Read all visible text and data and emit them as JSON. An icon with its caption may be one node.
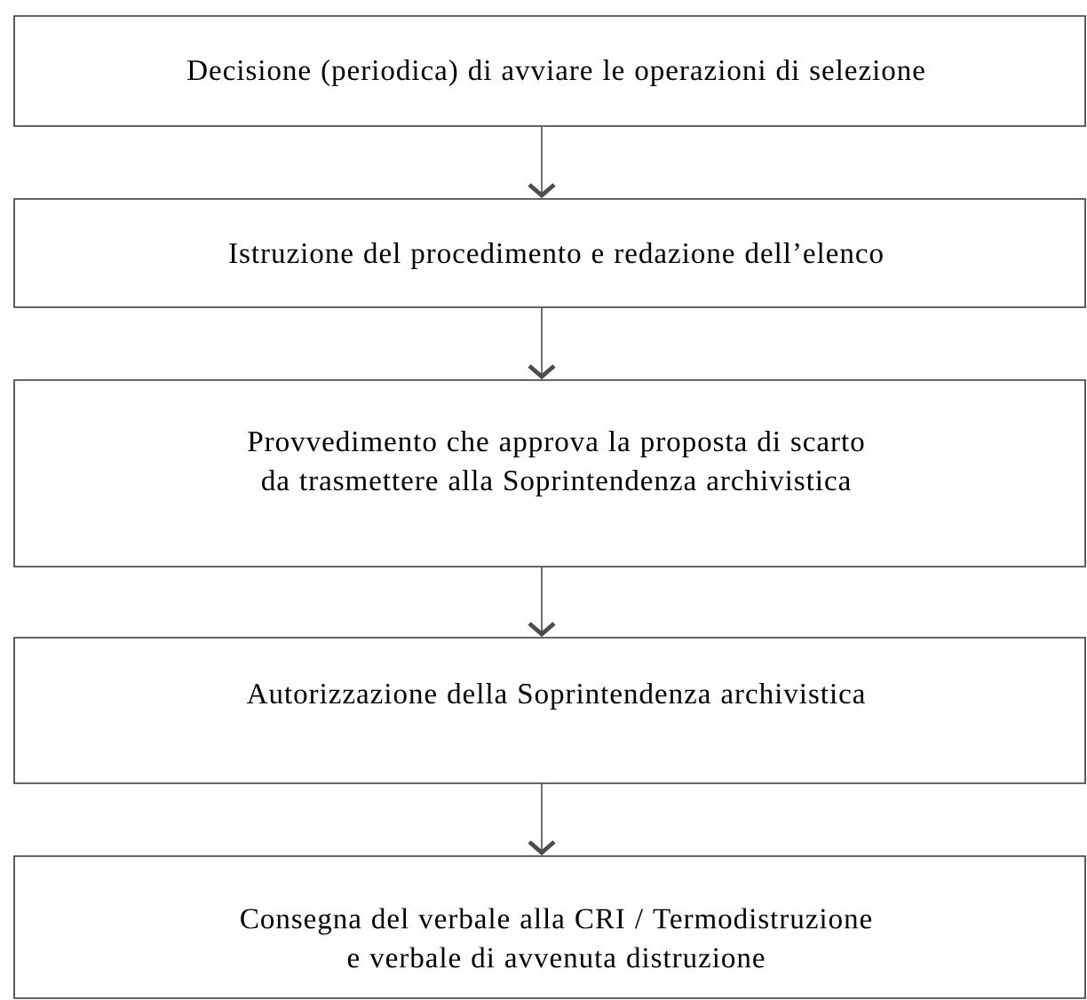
{
  "diagram": {
    "nodes": [
      {
        "text": [
          "Decisione (periodica) di avviare le operazioni di selezione"
        ]
      },
      {
        "text": [
          "Istruzione del procedimento e redazione dell’elenco"
        ]
      },
      {
        "text": [
          "Provvedimento che approva la proposta di scarto da trasmettere alla Soprintendenza archivistica"
        ]
      },
      {
        "text": [
          "Autorizzazione della Soprintendenza archivistica"
        ]
      },
      {
        "text": [
          "Consegna del verbale alla CRI / Termodistruzione e verbale di avvenuta distruzione"
        ]
      }
    ],
    "edges": [
      {
        "from": 0,
        "to": 1,
        "arrow": "to"
      },
      {
        "from": 1,
        "to": 2,
        "arrow": "to"
      },
      {
        "from": 2,
        "to": 3,
        "arrow": "to"
      },
      {
        "from": 3,
        "to": 4,
        "arrow": "to"
      }
    ]
  }
}
